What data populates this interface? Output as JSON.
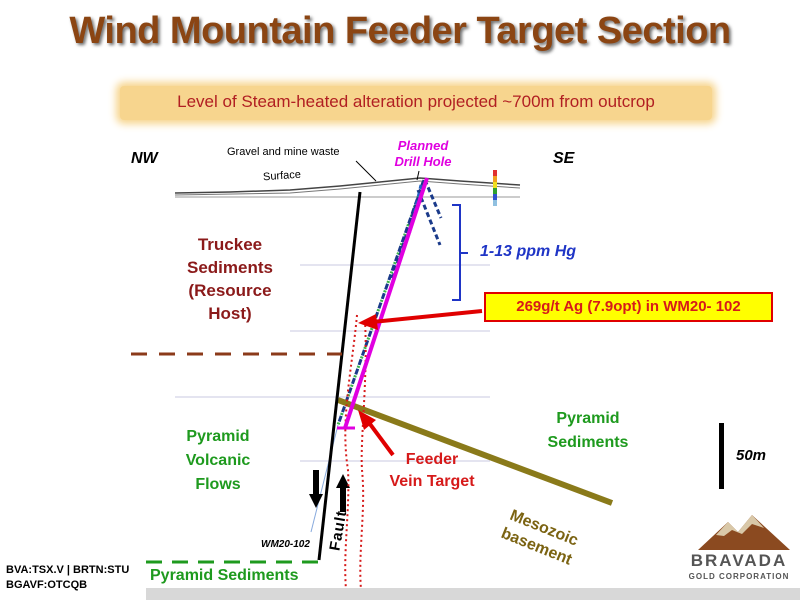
{
  "title": "Wind Mountain Feeder Target Section",
  "banner": "Level of Steam-heated alteration projected ~700m from outcrop",
  "directions": {
    "left": "NW",
    "right": "SE"
  },
  "surface_labels": {
    "gravel": "Gravel and mine waste",
    "surface": "Surface"
  },
  "drill_hole": {
    "line1": "Planned",
    "line2": "Drill Hole"
  },
  "units": {
    "truckee": [
      "Truckee",
      "Sediments",
      "(Resource",
      "Host)"
    ],
    "pyramid_volcanic": [
      "Pyramid",
      "Volcanic",
      "Flows"
    ],
    "pyramid_sediments_right": [
      "Pyramid",
      "Sediments"
    ],
    "pyramid_sediments_bottom": "Pyramid Sediments",
    "mesozoic": [
      "Mesozoic",
      "basement"
    ]
  },
  "hg_label": "1-13 ppm Hg",
  "callout": "269g/t Ag (7.9opt) in WM20- 102",
  "feeder": [
    "Feeder",
    "Vein Target"
  ],
  "scale": "50m",
  "hole_label": "WM20-102",
  "fault_label": "Fault",
  "ticker": [
    "BVA:TSX.V | BRTN:STU",
    "BGAVF:OTCQB"
  ],
  "logo": {
    "name": "BRAVADA",
    "sub": "GOLD CORPORATION"
  },
  "colors": {
    "title": "#8b4513",
    "banner_bg": "#f7d58e",
    "banner_text": "#b11f22",
    "drill_hole": "#e000e0",
    "pyramid_green": "#1e9a1e",
    "truckee_brown": "#8b1a1a",
    "feeder_red": "#d61a1a",
    "hg_blue": "#1f35c6",
    "mesozoic": "#8a7a1a",
    "callout_bg": "#ffff00"
  }
}
